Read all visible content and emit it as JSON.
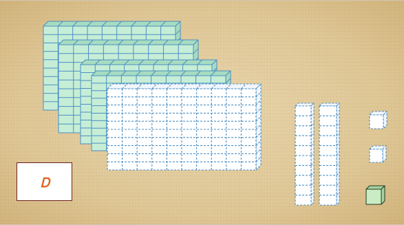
{
  "scene": {
    "flats": [
      {
        "name": "hundred-flat-1",
        "style": "solid"
      },
      {
        "name": "hundred-flat-2",
        "style": "solid"
      },
      {
        "name": "hundred-flat-3",
        "style": "solid"
      },
      {
        "name": "hundred-flat-4",
        "style": "solid"
      },
      {
        "name": "hundred-flat-5",
        "style": "dashed"
      }
    ],
    "rods": [
      {
        "name": "ten-rod-1",
        "style": "dashed"
      },
      {
        "name": "ten-rod-2",
        "style": "dashed"
      }
    ],
    "units": [
      {
        "name": "unit-cube-1",
        "style": "dashed"
      },
      {
        "name": "unit-cube-2",
        "style": "dashed"
      },
      {
        "name": "unit-cube-3",
        "style": "solid"
      }
    ]
  },
  "label_box": {
    "text": "Ꭰ"
  },
  "colors": {
    "solid_face": "#c6eed6",
    "solid_side": "#a7dcc0",
    "solid_stroke": "#4a8ec4",
    "dashed_face": "#ffffff",
    "dashed_side": "#f2f6fb",
    "dashed_stroke": "#4a8ec4",
    "unit_face": "#c9ecc4",
    "unit_side": "#a5d19f",
    "unit_stroke": "#1d3a1d",
    "label_text": "#e0641f"
  }
}
